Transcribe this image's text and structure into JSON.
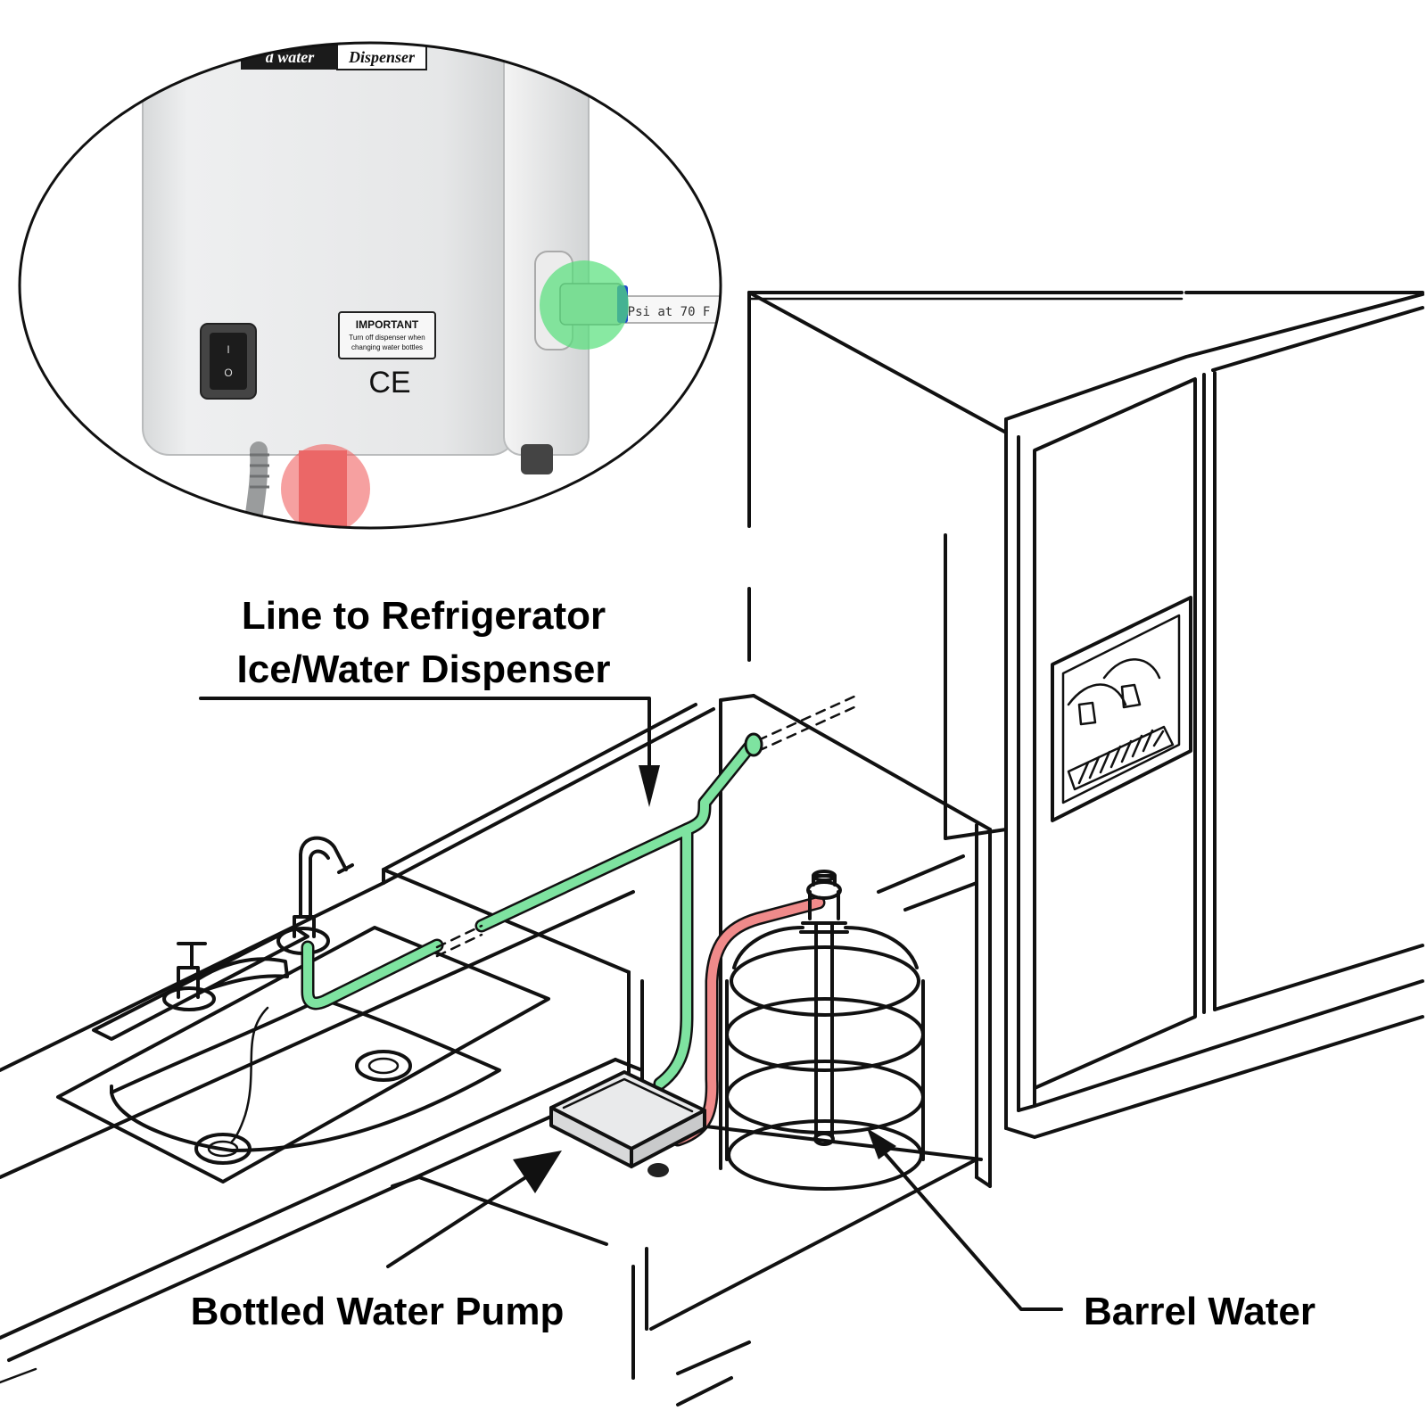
{
  "labels": {
    "line_to_fridge_1": "Line to Refrigerator",
    "line_to_fridge_2": "Ice/Water Dispenser",
    "pump": "Bottled Water Pump",
    "barrel": "Barrel Water"
  },
  "inset": {
    "brand_left": "d water",
    "brand_right": "Dispenser",
    "warning_title": "IMPORTANT",
    "warning_line1": "Turn off dispenser when",
    "warning_line2": "changing water bottles",
    "ce_mark": "CE",
    "tube_print": "Psi at 70 F",
    "switch_on": "I",
    "switch_off": "O"
  },
  "colors": {
    "outlet_line": "#7ee3a0",
    "inlet_line": "#f08a8a",
    "outlet_highlight": "#55e07a",
    "inlet_highlight": "#f06060",
    "ink": "#111111",
    "pump_body": "#e9eaeb"
  }
}
